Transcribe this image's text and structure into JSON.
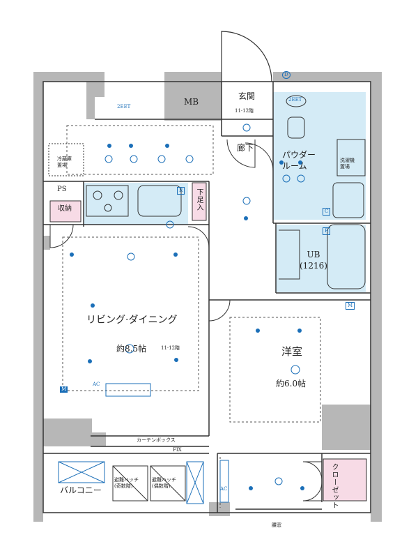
{
  "rooms": {
    "genkan": "玄関",
    "genkan_ceiling": "11·12階",
    "mb": "MB",
    "rouka": "廊下",
    "powder": "パウダー\nルーム",
    "laundry": "洗濯機\n置場",
    "fridge": "冷蔵庫\n置場",
    "ps": "PS",
    "storage": "収納",
    "shoebox": "下足入",
    "ub": "UB\n(1216)",
    "living": "リビング·ダイニング",
    "living_size": "約8.5帖",
    "living_ceiling": "11·12階",
    "western": "洋室",
    "western_size": "約6.0帖",
    "curtain": "カーテンボックス",
    "fix": "FIX",
    "balcony": "バルコニー",
    "hatch_a": "避難ハッチ\n(奇数階)",
    "hatch_b": "避難ハッチ\n(偶数階)",
    "closet": "クローゼット",
    "window": "腰窓"
  },
  "symbols": {
    "m1": "M",
    "m2": "M",
    "r1": "R",
    "r2": "R",
    "c": "C",
    "d": "D",
    "ac1": "AC",
    "ac2": "AC",
    "twoeet1": "2EET",
    "twoeet2": "2EET"
  },
  "colors": {
    "wall": "#b7b7b7",
    "wet_area": "#d4ebf6",
    "pink": "#f7dbe6",
    "line": "#333333",
    "symbol": "#1b6fb8"
  }
}
